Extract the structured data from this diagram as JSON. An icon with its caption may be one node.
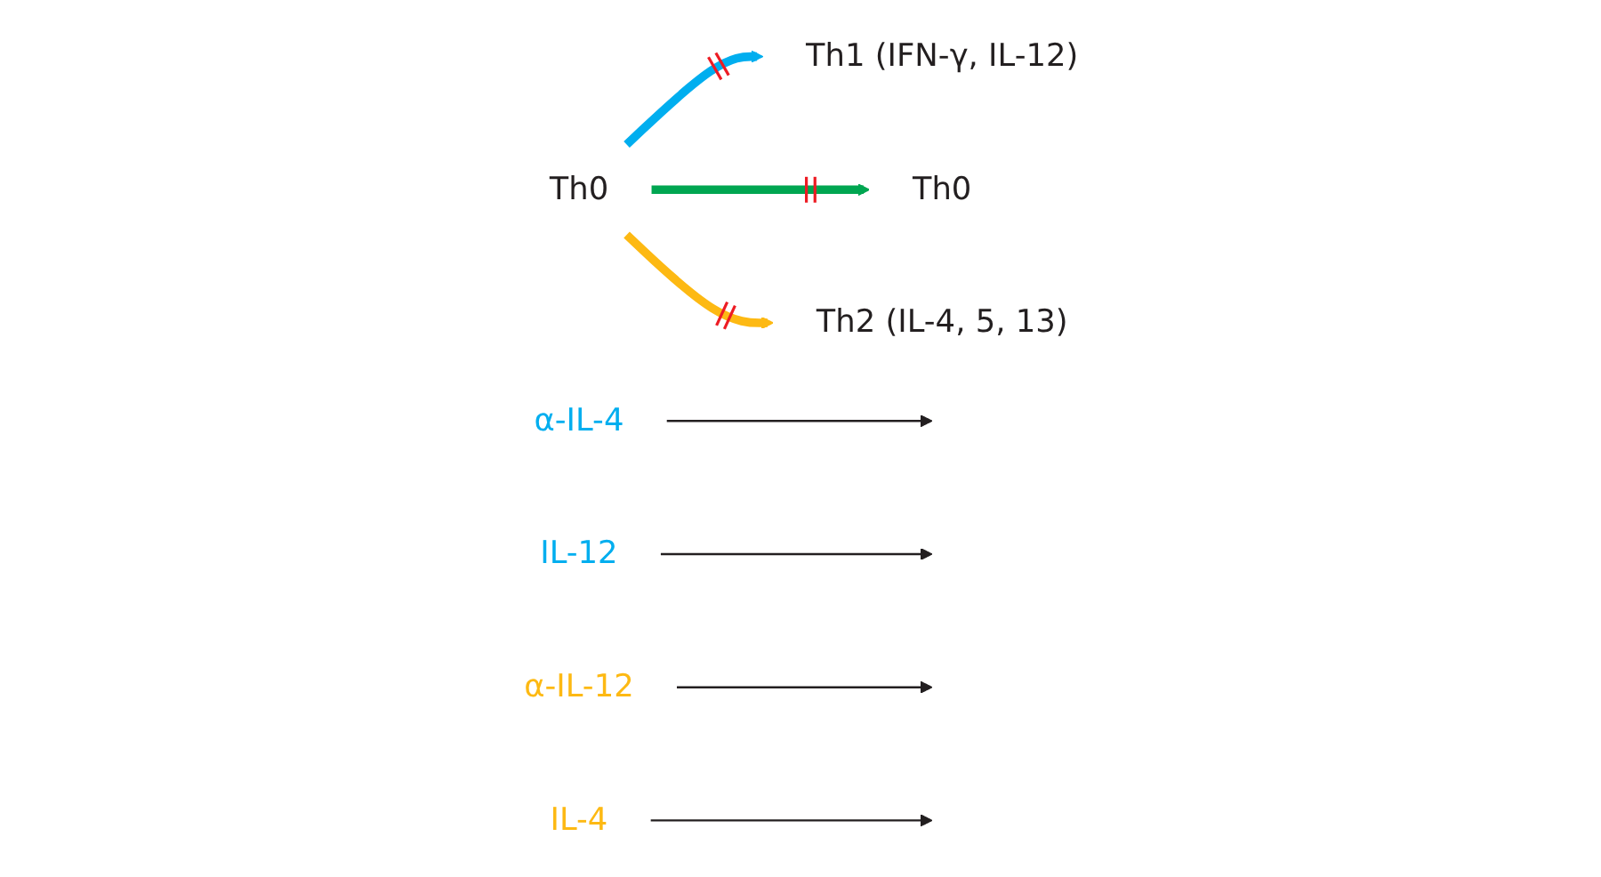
{
  "diagram": {
    "nodes": [
      {
        "text": [
          "Th0"
        ]
      },
      {
        "text": [
          "Th1 (IFN-γ, IL-12)"
        ]
      },
      {
        "text": [
          "Th0"
        ]
      },
      {
        "text": [
          "Th2 (IL-4, 5, 13)"
        ]
      },
      {
        "text": [
          "α-IL-4"
        ]
      },
      {
        "text": [
          "IL-12"
        ]
      },
      {
        "text": [
          "α-IL-12"
        ]
      },
      {
        "text": [
          "IL-4"
        ]
      }
    ],
    "edges": [
      {
        "from": 0,
        "to": 1,
        "arrow": "to",
        "style": "thick",
        "color": "#00aeef"
      },
      {
        "from": 0,
        "to": 2,
        "arrow": "to",
        "style": "thick",
        "color": "#00a651"
      },
      {
        "from": 0,
        "to": 3,
        "arrow": "to",
        "style": "thick",
        "color": "#fdb913"
      },
      {
        "from": 4,
        "to": null,
        "arrow": "to"
      },
      {
        "from": 5,
        "to": null,
        "arrow": "to"
      },
      {
        "from": 6,
        "to": null,
        "arrow": "to"
      },
      {
        "from": 7,
        "to": null,
        "arrow": "to"
      }
    ]
  }
}
